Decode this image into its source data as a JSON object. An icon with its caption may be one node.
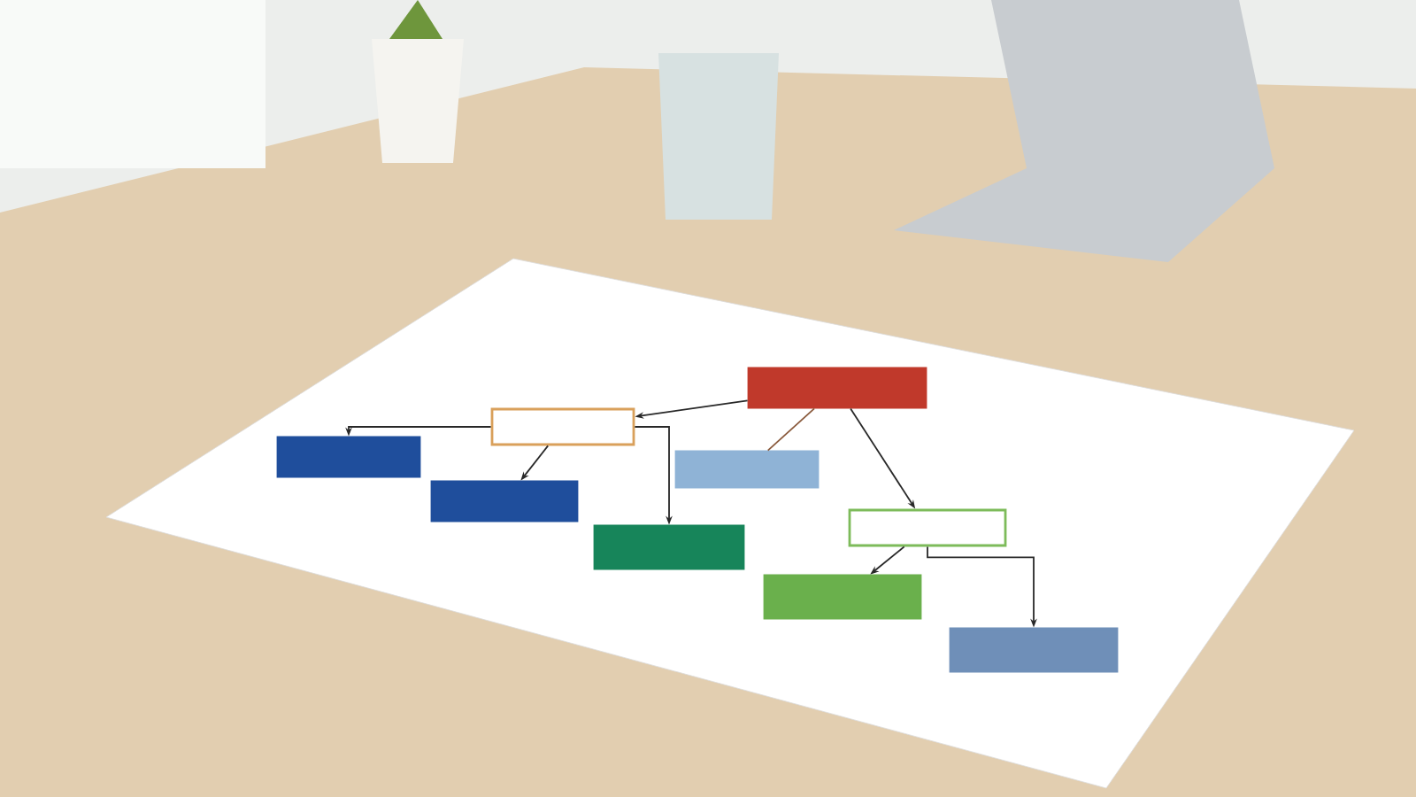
{
  "diagram": {
    "nodes": [
      {
        "text": [],
        "shape": "box"
      },
      {
        "text": [],
        "shape": "box"
      },
      {
        "text": [],
        "shape": "box"
      },
      {
        "text": [],
        "shape": "box"
      },
      {
        "text": [],
        "shape": "box"
      },
      {
        "text": [],
        "shape": "box"
      },
      {
        "text": [],
        "shape": "box"
      },
      {
        "text": [],
        "shape": "box"
      },
      {
        "text": [],
        "shape": "box"
      }
    ],
    "edges": [
      {
        "from": 0,
        "to": 1,
        "arrow": "to"
      },
      {
        "from": 0,
        "to": 2,
        "arrow": "none",
        "color": "#8a5a3c"
      },
      {
        "from": 0,
        "to": 3,
        "arrow": "to"
      },
      {
        "from": 1,
        "to": 4,
        "arrow": "to"
      },
      {
        "from": 1,
        "to": 5,
        "arrow": "to"
      },
      {
        "from": 1,
        "to": 6,
        "arrow": "to"
      },
      {
        "from": 3,
        "to": 7,
        "arrow": "to"
      },
      {
        "from": 3,
        "to": 8,
        "arrow": "to"
      }
    ]
  }
}
